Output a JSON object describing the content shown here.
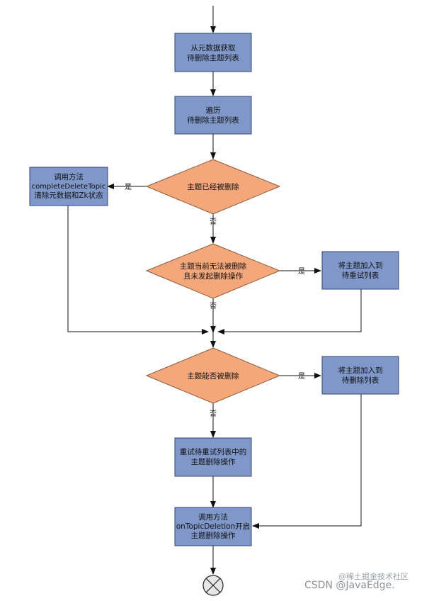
{
  "nodes": {
    "n1": {
      "line1": "从元数据获取",
      "line2": "待删除主题列表"
    },
    "n2": {
      "line1": "遍历",
      "line2": "待删除主题列表"
    },
    "d1": {
      "text": "主题已经被删除"
    },
    "n3": {
      "line1": "调用方法",
      "line2": "completeDeleteTopic",
      "line3": "清除元数据和Zk状态"
    },
    "d2": {
      "line1": "主题当前无法被删除",
      "line2": "且未发起删除操作"
    },
    "n4": {
      "line1": "将主题加入到",
      "line2": "待重试列表"
    },
    "d3": {
      "text": "主题能否被删除"
    },
    "n5": {
      "line1": "将主题加入到",
      "line2": "待删除列表"
    },
    "n6": {
      "line1": "重试待重试列表中的",
      "line2": "主题删除操作"
    },
    "n7": {
      "line1": "调用方法",
      "line2": "onTopicDeletion开启",
      "line3": "主题删除操作"
    }
  },
  "edge_labels": {
    "d1_yes": "是",
    "d1_no": "否",
    "d2_yes": "是",
    "d2_no": "否",
    "d3_yes": "是",
    "d3_no": "否"
  },
  "watermark": {
    "line1": "@稀土掘金技术社区",
    "line2": "CSDN @JavaEdge."
  },
  "colors": {
    "process_fill": "#7f98c9",
    "decision_fill": "#f4a77a"
  }
}
